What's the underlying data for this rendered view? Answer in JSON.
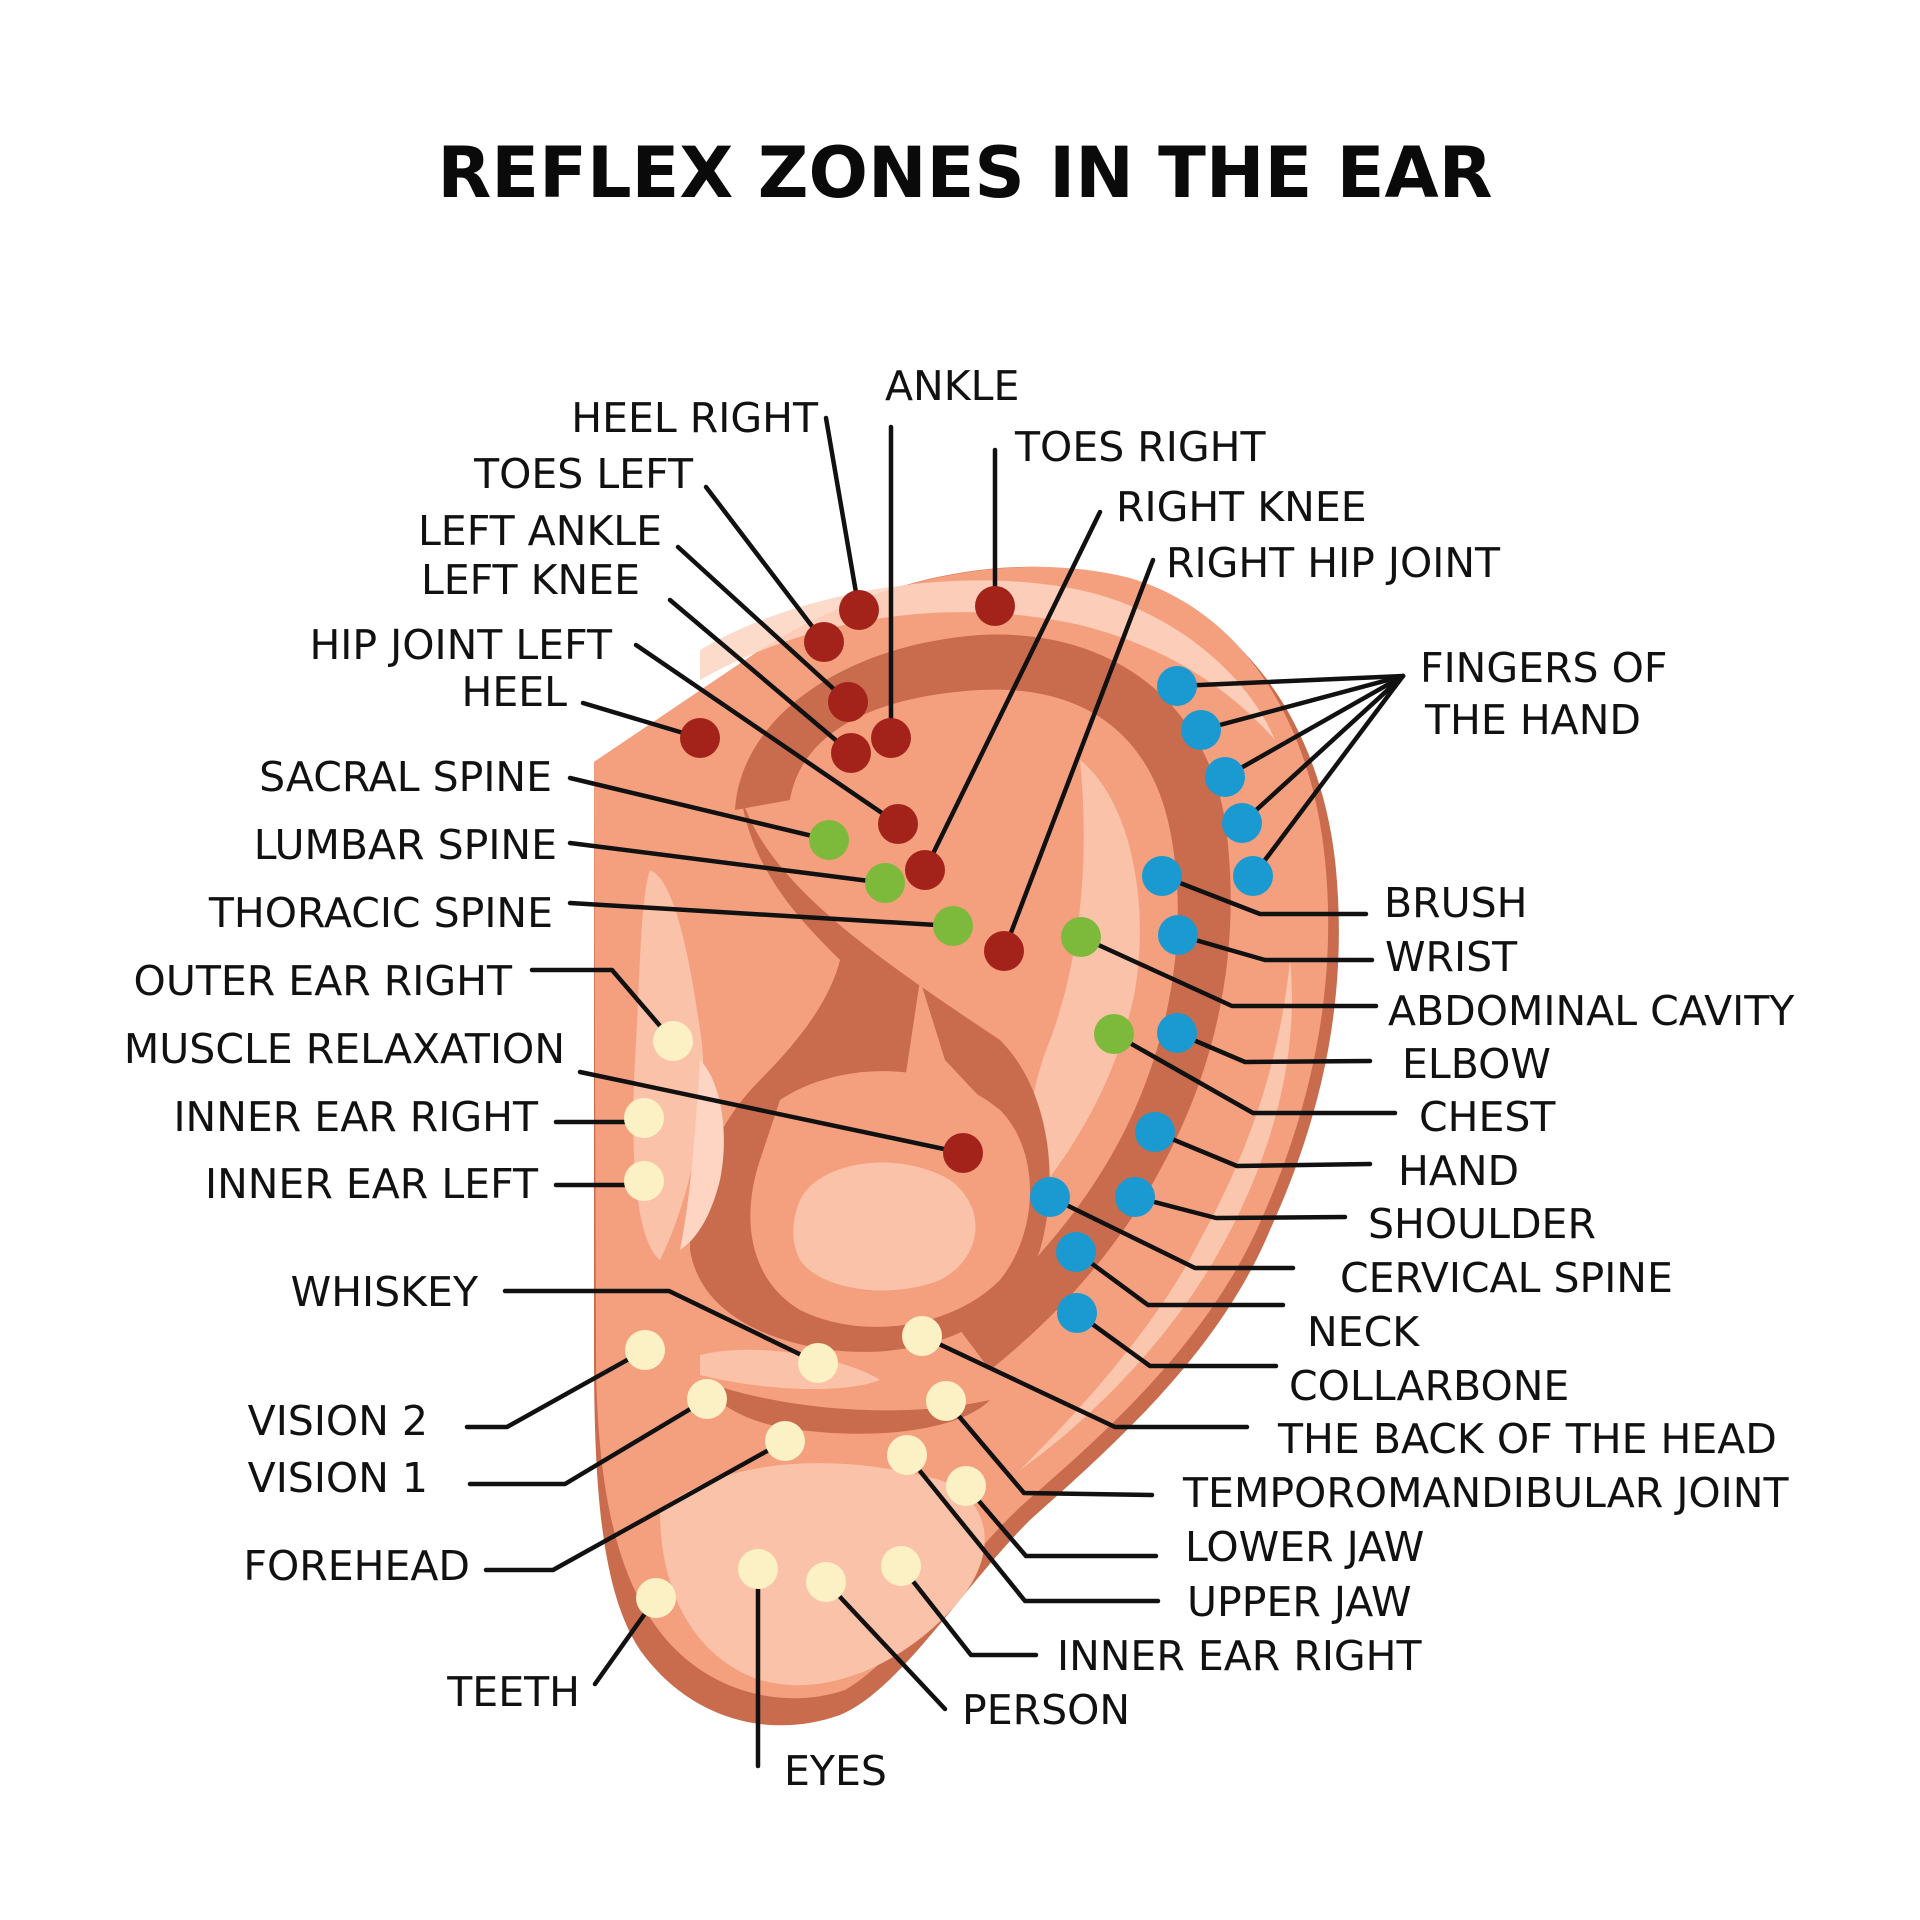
{
  "title": "REFLEX ZONES IN THE EAR",
  "legend_colors": {
    "lower_body": "#A3231B",
    "spine_torso": "#7DB93B",
    "upper_limb_neck": "#1A9AD0",
    "head_face": "#FCF1C4"
  },
  "ear_colors": {
    "base": "#F4A07F",
    "dark": "#C96C4E",
    "light": "#FAC2A8",
    "highlight": "#FDD5C2"
  },
  "labels": {
    "heel_right": "HEEL RIGHT",
    "ankle": "ANKLE",
    "toes_right": "TOES RIGHT",
    "toes_left": "TOES LEFT",
    "right_knee": "RIGHT KNEE",
    "left_ankle": "LEFT ANKLE",
    "right_hip_joint": "RIGHT HIP JOINT",
    "left_knee": "LEFT KNEE",
    "hip_joint_left": "HIP JOINT LEFT",
    "heel": "HEEL",
    "fingers_of": "FINGERS OF",
    "the_hand": "THE HAND",
    "sacral_spine": "SACRAL SPINE",
    "lumbar_spine": "LUMBAR SPINE",
    "thoracic_spine": "THORACIC SPINE",
    "outer_ear_right": "OUTER EAR RIGHT",
    "muscle_relaxation": "MUSCLE RELAXATION",
    "inner_ear_right_left_side": "INNER EAR RIGHT",
    "inner_ear_left": "INNER EAR LEFT",
    "whiskey": "WHISKEY",
    "vision_2": "VISION 2",
    "vision_1": "VISION 1",
    "forehead": "FOREHEAD",
    "teeth": "TEETH",
    "eyes": "EYES",
    "person": "PERSON",
    "inner_ear_right_bottom": "INNER EAR RIGHT",
    "upper_jaw": "UPPER JAW",
    "lower_jaw": "LOWER JAW",
    "temporomandibular_joint": "TEMPOROMANDIBULAR JOINT",
    "back_of_head": "THE BACK OF THE HEAD",
    "collarbone": "COLLARBONE",
    "neck": "NECK",
    "cervical_spine": "CERVICAL SPINE",
    "shoulder": "SHOULDER",
    "hand": "HAND",
    "chest": "CHEST",
    "elbow": "ELBOW",
    "abdominal_cavity": "ABDOMINAL CAVITY",
    "wrist": "WRIST",
    "brush": "BRUSH"
  }
}
